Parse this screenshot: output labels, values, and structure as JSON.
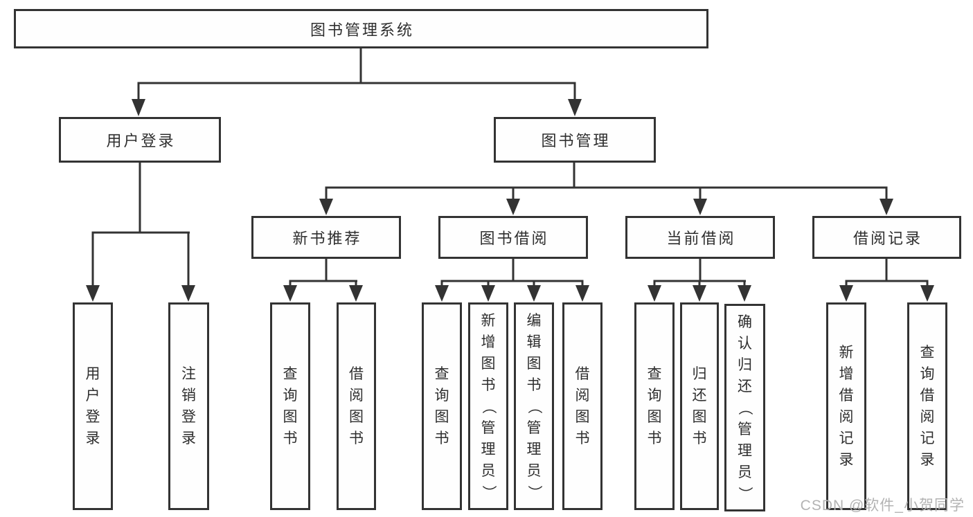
{
  "nodes": {
    "root": "图书管理系统",
    "user_login": "用户登录",
    "book_mgmt": "图书管理",
    "new_book": "新书推荐",
    "borrow": "图书借阅",
    "current": "当前借阅",
    "records": "借阅记录"
  },
  "leaves": {
    "user": [
      "用户登录",
      "注销登录"
    ],
    "new_book": [
      "查询图书",
      "借阅图书"
    ],
    "borrow": [
      "查询图书",
      "新增图书（管理员）",
      "编辑图书（管理员）",
      "借阅图书"
    ],
    "current": [
      "查询图书",
      "归还图书",
      "确认归还（管理员）"
    ],
    "records": [
      "新增借阅记录",
      "查询借阅记录"
    ]
  },
  "watermark": {
    "text": "CSDN @软件_小贺同学",
    "color": "#b3b3b3"
  },
  "colors": {
    "line": "#333333",
    "box_border": "#333333",
    "text": "#2e2e2e",
    "background": "#ffffff"
  }
}
